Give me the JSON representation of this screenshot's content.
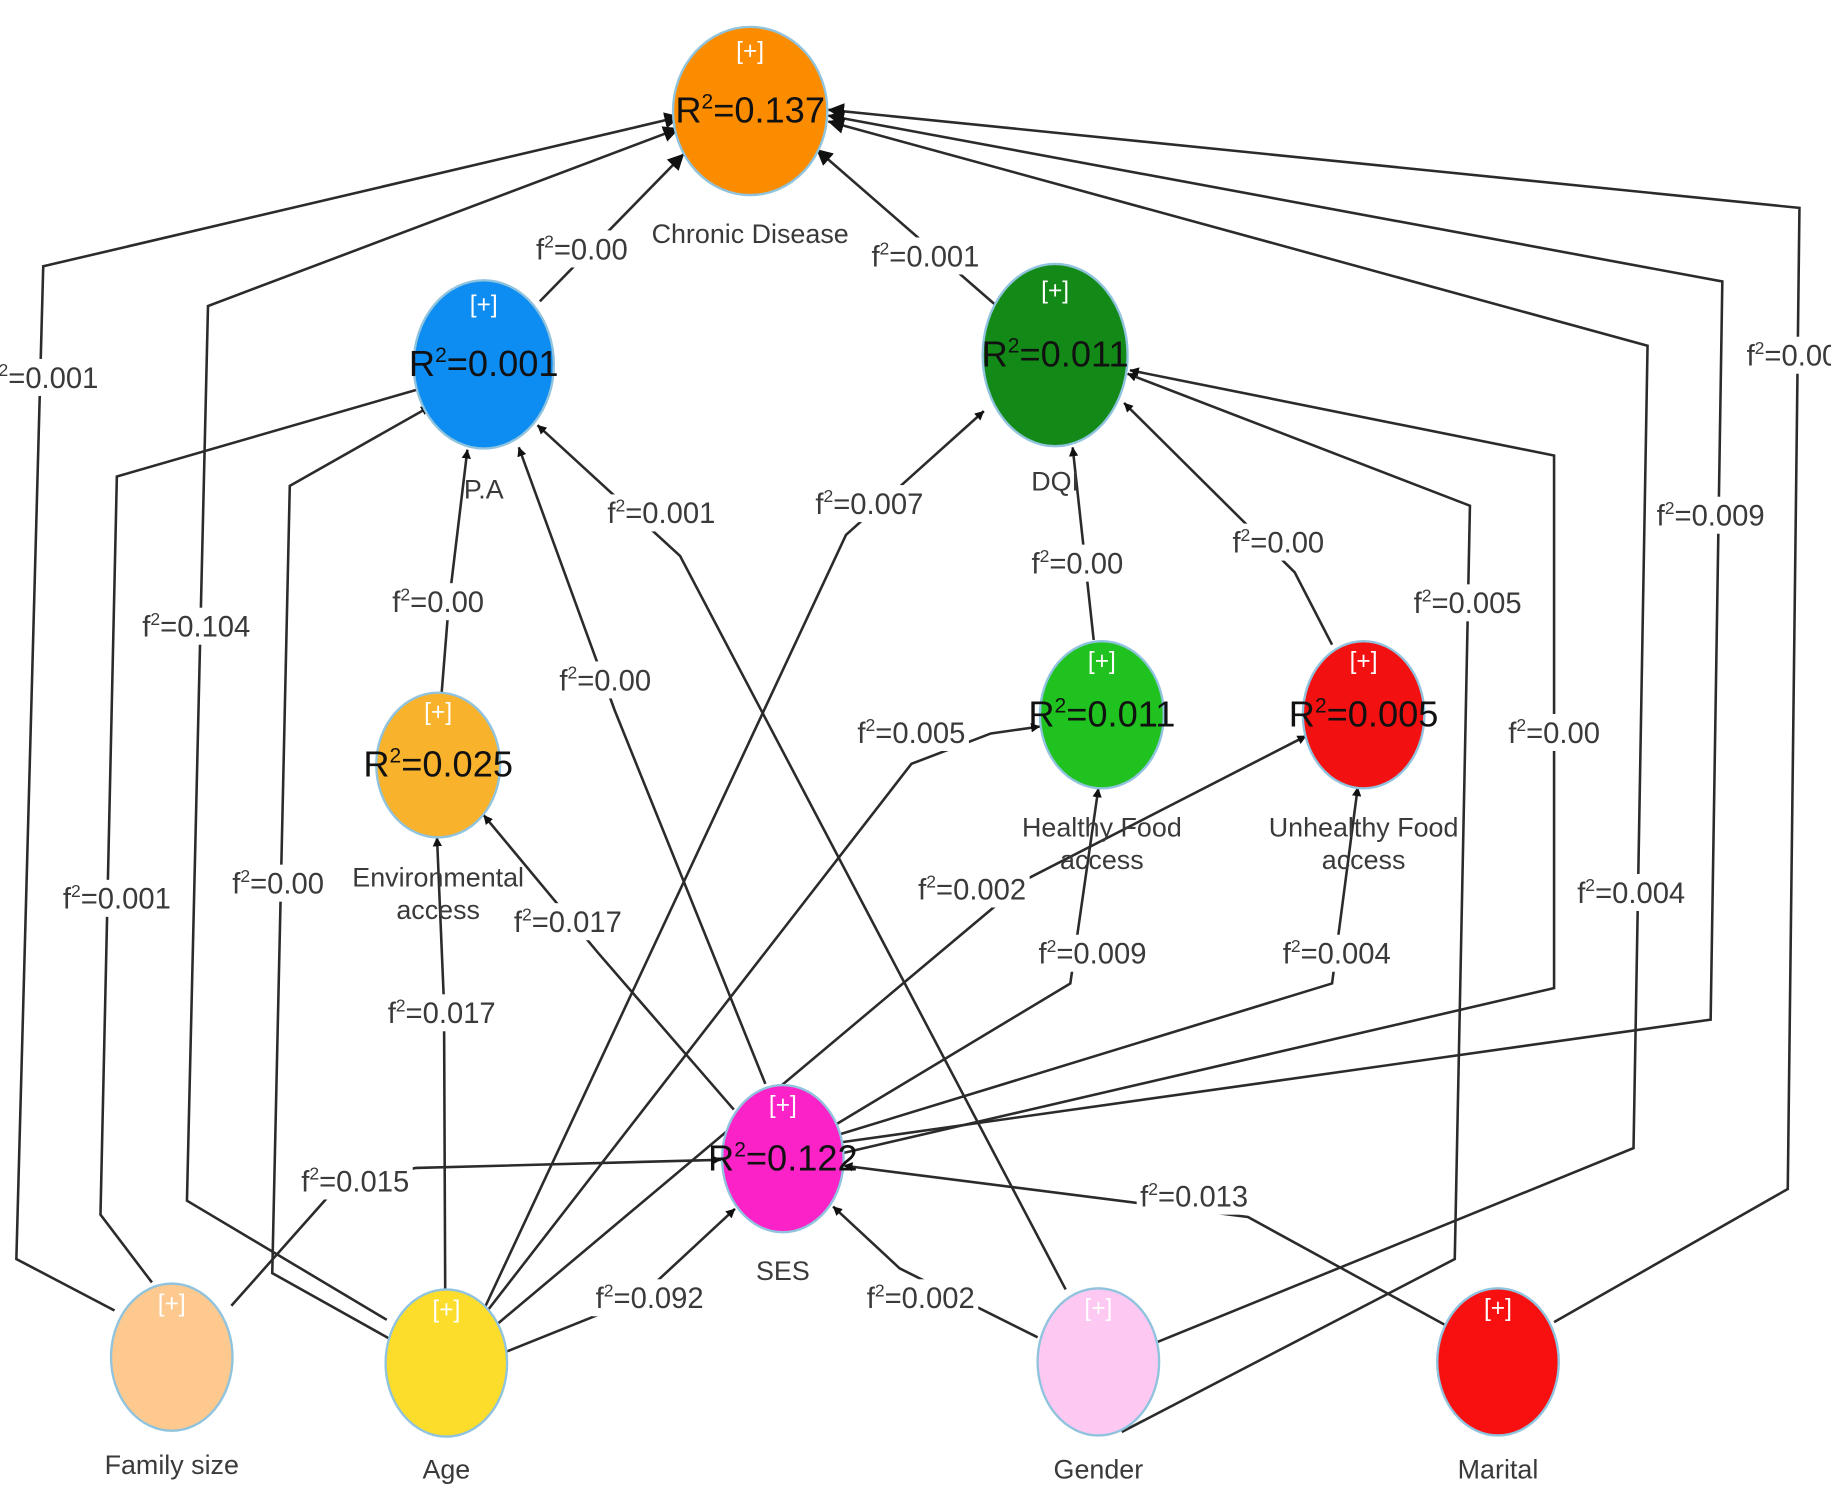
{
  "nodes": [
    {
      "id": "chronic",
      "name": "Chronic Disease",
      "r2": "0.137",
      "color": "#fb8c00",
      "plus": "[+]"
    },
    {
      "id": "pa",
      "name": "P.A",
      "r2": "0.001",
      "color": "#0d8cf2",
      "plus": "[+]"
    },
    {
      "id": "dqi",
      "name": "DQI",
      "r2": "0.011",
      "color": "#138a17",
      "plus": "[+]"
    },
    {
      "id": "env",
      "name": "Environmental access",
      "r2": "0.025",
      "color": "#f9b22b",
      "plus": "[+]"
    },
    {
      "id": "hfa",
      "name": "Healthy Food access",
      "r2": "0.011",
      "color": "#1fc21f",
      "plus": "[+]"
    },
    {
      "id": "ufa",
      "name": "Unhealthy Food access",
      "r2": "0.005",
      "color": "#f31010",
      "plus": "[+]"
    },
    {
      "id": "ses",
      "name": "SES",
      "r2": "0.122",
      "color": "#fb22c8",
      "plus": "[+]"
    },
    {
      "id": "family",
      "name": "Family size",
      "r2": "",
      "color": "#fdc98e",
      "plus": "[+]"
    },
    {
      "id": "age",
      "name": "Age",
      "r2": "",
      "color": "#fddd2b",
      "plus": "[+]"
    },
    {
      "id": "gender",
      "name": "Gender",
      "r2": "",
      "color": "#fdc8f1",
      "plus": "[+]"
    },
    {
      "id": "marital",
      "name": "Marital",
      "r2": "",
      "color": "#f81010",
      "plus": "[+]"
    }
  ],
  "edges": [
    {
      "id": "pa-chronic",
      "from": "pa",
      "to": "chronic",
      "f2": "0.00"
    },
    {
      "id": "dqi-chronic",
      "from": "dqi",
      "to": "chronic",
      "f2": "0.001"
    },
    {
      "id": "family-chronic",
      "from": "family",
      "to": "chronic",
      "f2": "0.001"
    },
    {
      "id": "age-chronic",
      "from": "age",
      "to": "chronic",
      "f2": "0.104"
    },
    {
      "id": "marital-chronic",
      "from": "marital",
      "to": "chronic",
      "f2": "0.00"
    },
    {
      "id": "ses-chronic",
      "from": "ses",
      "to": "chronic",
      "f2": "0.009"
    },
    {
      "id": "gender-chronic",
      "from": "gender",
      "to": "chronic",
      "f2": "0.004"
    },
    {
      "id": "family-pa",
      "from": "family",
      "to": "pa",
      "f2": "0.001"
    },
    {
      "id": "age-pa",
      "from": "age",
      "to": "pa",
      "f2": "0.00"
    },
    {
      "id": "env-pa",
      "from": "env",
      "to": "pa",
      "f2": "0.00"
    },
    {
      "id": "ses-pa",
      "from": "ses",
      "to": "pa",
      "f2": "0.00"
    },
    {
      "id": "gender-pa",
      "from": "gender",
      "to": "pa",
      "f2": "0.001"
    },
    {
      "id": "age-dqi",
      "from": "age",
      "to": "dqi",
      "f2": "0.007"
    },
    {
      "id": "hfa-dqi",
      "from": "hfa",
      "to": "dqi",
      "f2": "0.00"
    },
    {
      "id": "ufa-dqi",
      "from": "ufa",
      "to": "dqi",
      "f2": "0.00"
    },
    {
      "id": "gender-dqi",
      "from": "gender",
      "to": "dqi",
      "f2": "0.005"
    },
    {
      "id": "ses-dqi",
      "from": "ses",
      "to": "dqi",
      "f2": "0.00"
    },
    {
      "id": "age-hfa",
      "from": "age",
      "to": "hfa",
      "f2": "0.005"
    },
    {
      "id": "ses-hfa",
      "from": "ses",
      "to": "hfa",
      "f2": "0.009"
    },
    {
      "id": "age-ufa",
      "from": "age",
      "to": "ufa",
      "f2": "0.002"
    },
    {
      "id": "ses-ufa",
      "from": "ses",
      "to": "ufa",
      "f2": "0.004"
    },
    {
      "id": "age-env",
      "from": "age",
      "to": "env",
      "f2": "0.017"
    },
    {
      "id": "ses-env",
      "from": "ses",
      "to": "env",
      "f2": "0.017"
    },
    {
      "id": "family-ses",
      "from": "family",
      "to": "ses",
      "f2": "0.015"
    },
    {
      "id": "age-ses",
      "from": "age",
      "to": "ses",
      "f2": "0.092"
    },
    {
      "id": "gender-ses",
      "from": "gender",
      "to": "ses",
      "f2": "0.002"
    },
    {
      "id": "marital-ses",
      "from": "marital",
      "to": "ses",
      "f2": "0.013"
    }
  ]
}
